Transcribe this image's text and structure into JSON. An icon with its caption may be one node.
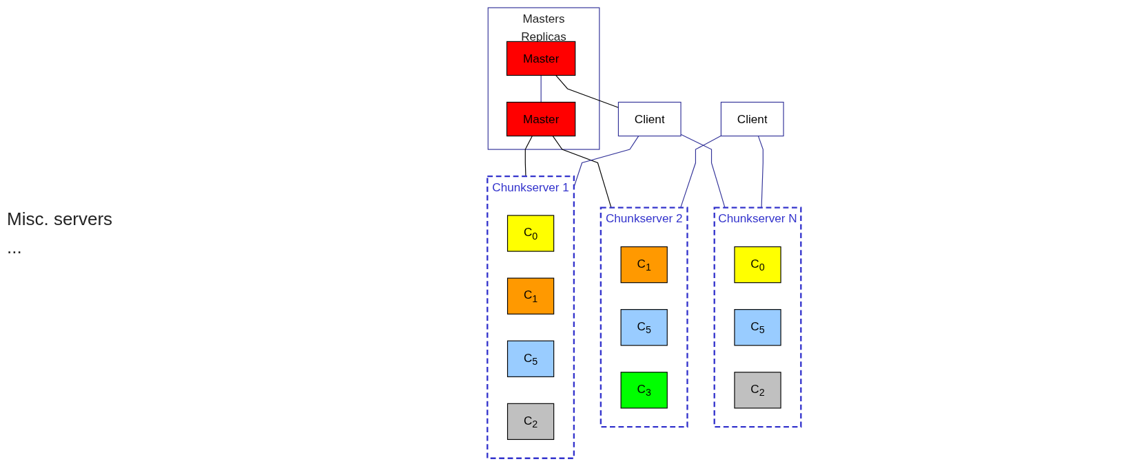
{
  "diagram": {
    "nodes": [
      {
        "text": [
          "Masters",
          "Replicas"
        ]
      },
      {
        "text": [
          "Master"
        ],
        "in": 0
      },
      {
        "text": [
          "Master"
        ],
        "in": 0
      },
      {
        "text": [
          "Client"
        ]
      },
      {
        "text": [
          "Client"
        ]
      },
      {
        "text": [
          "Chunkserver 1"
        ]
      },
      {
        "text": [
          "C$_{0}$"
        ],
        "in": 5
      },
      {
        "text": [
          "C$_{1}$"
        ],
        "in": 5
      },
      {
        "text": [
          "C$_{5}$"
        ],
        "in": 5
      },
      {
        "text": [
          "C$_{2}$"
        ],
        "in": 5
      },
      {
        "text": [
          "Chunkserver 2"
        ]
      },
      {
        "text": [
          "C$_{1}$"
        ],
        "in": 10
      },
      {
        "text": [
          "C$_{5}$"
        ],
        "in": 10
      },
      {
        "text": [
          "C$_{3}$"
        ],
        "in": 10
      },
      {
        "text": [
          "Chunkserver N"
        ]
      },
      {
        "text": [
          "C$_{0}$"
        ],
        "in": 14
      },
      {
        "text": [
          "C$_{5}$"
        ],
        "in": 14
      },
      {
        "text": [
          "C$_{2}$"
        ],
        "in": 14
      }
    ],
    "edges": [
      {
        "from": 1,
        "to": 2,
        "arrow": "none"
      },
      {
        "from": 1,
        "to": 3,
        "arrow": "none",
        "color": "#000000"
      },
      {
        "from": 2,
        "to": 5,
        "arrow": "none",
        "color": "#000000"
      },
      {
        "from": 2,
        "to": 10,
        "arrow": "none",
        "color": "#000000"
      },
      {
        "from": 3,
        "to": 5,
        "arrow": "none"
      },
      {
        "from": 3,
        "to": 14,
        "arrow": "none"
      },
      {
        "from": 4,
        "to": 10,
        "arrow": "none"
      },
      {
        "from": 4,
        "to": 14,
        "arrow": "none"
      }
    ],
    "labels": [
      "Misc. servers",
      "..."
    ]
  }
}
